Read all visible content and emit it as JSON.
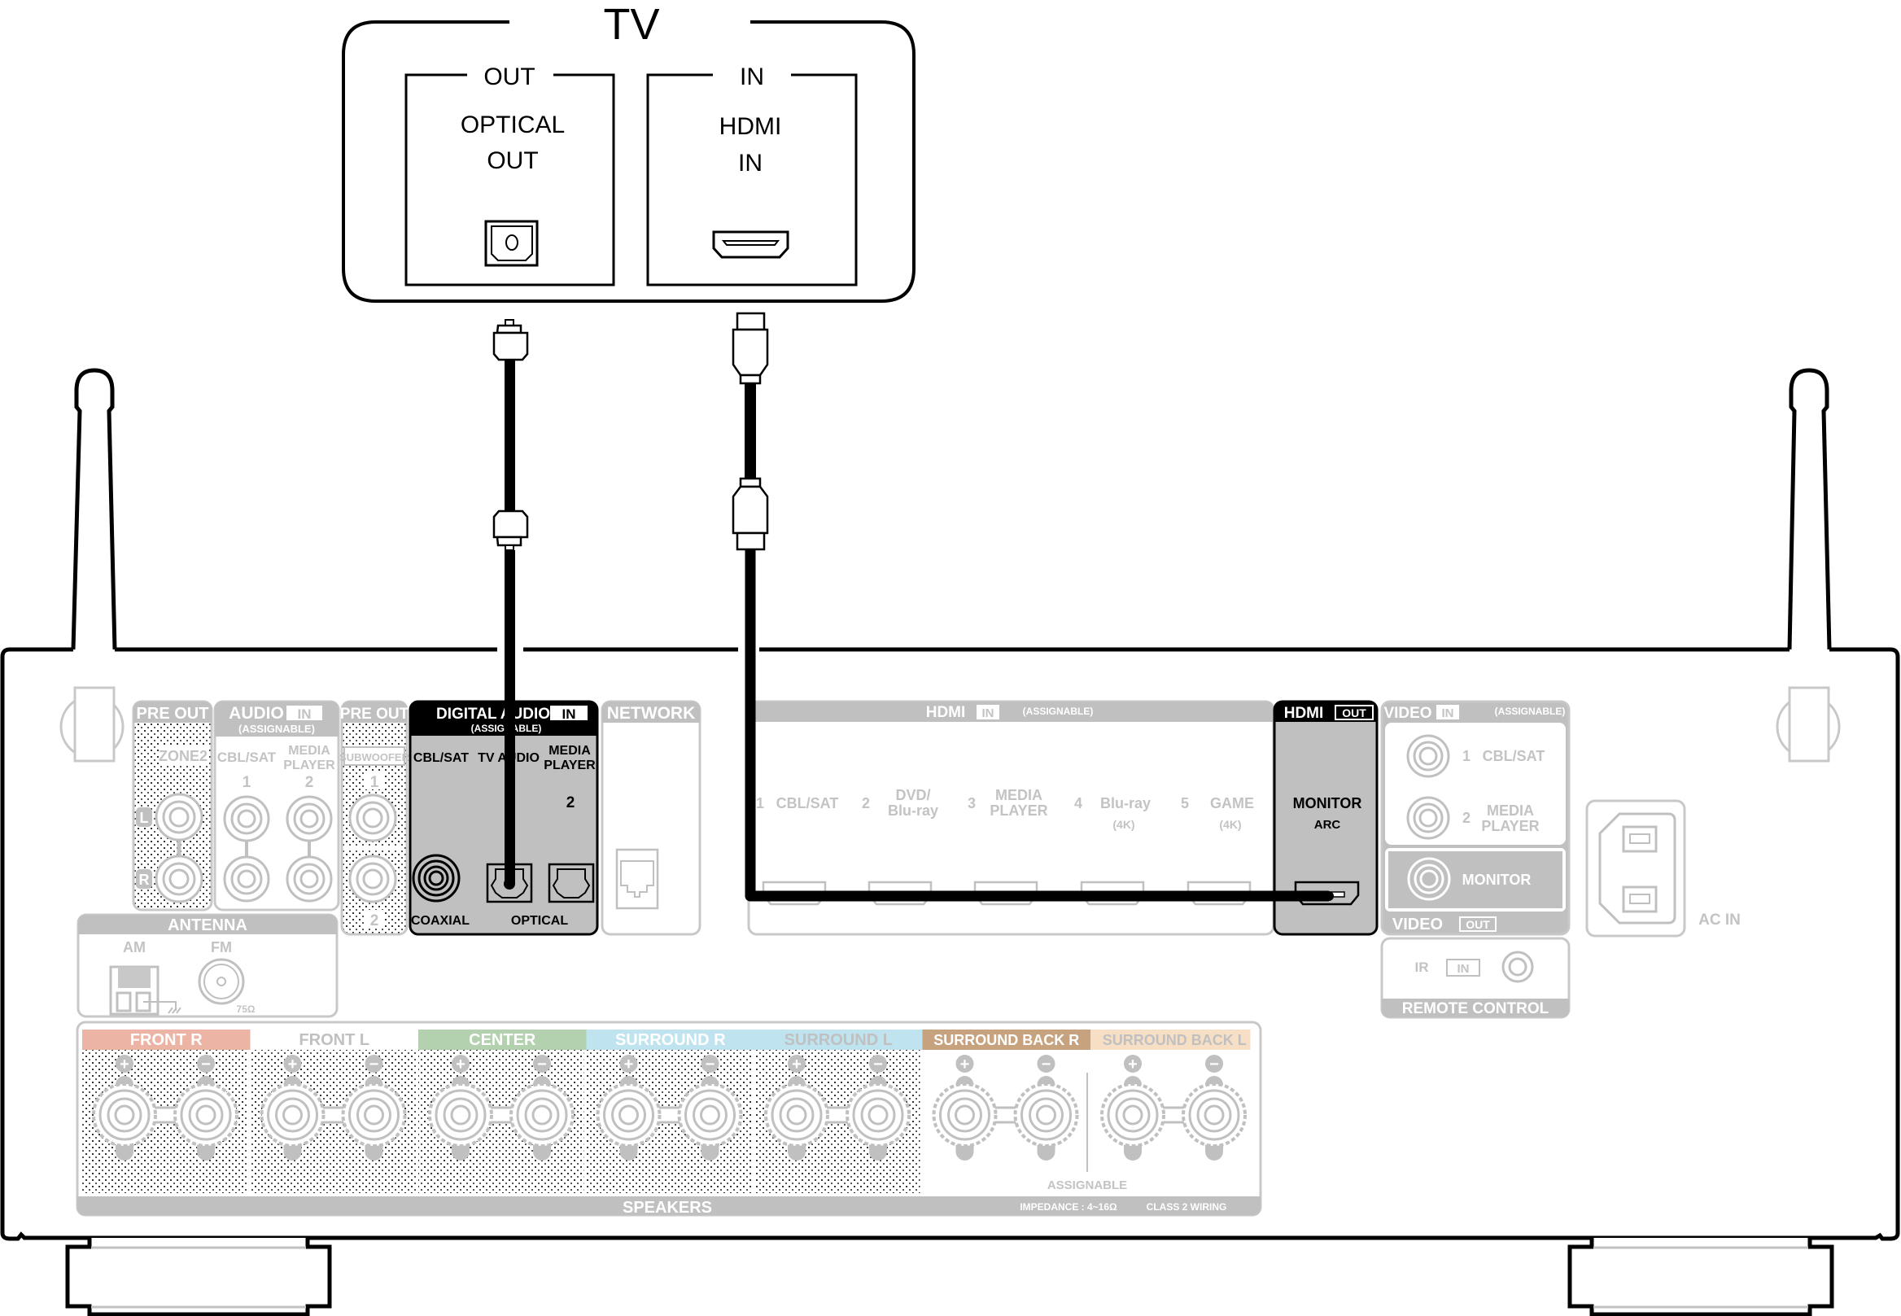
{
  "tv": {
    "title": "TV",
    "out_section": {
      "header": "OUT",
      "line1": "OPTICAL",
      "line2": "OUT",
      "port_icon": "optical-port-icon"
    },
    "in_section": {
      "header": "IN",
      "line1": "HDMI",
      "line2": "IN",
      "port_icon": "hdmi-port-icon"
    }
  },
  "cables": [
    {
      "type": "optical",
      "from": "TV OPTICAL OUT",
      "to": "DIGITAL AUDIO IN OPTICAL TV AUDIO"
    },
    {
      "type": "hdmi",
      "from": "TV HDMI IN",
      "to": "HDMI OUT MONITOR ARC"
    }
  ],
  "receiver": {
    "pre_out_zone2": {
      "header": "PRE OUT",
      "label": "ZONE2",
      "ch_l": "L",
      "ch_r": "R"
    },
    "audio_in": {
      "header": "AUDIO",
      "badge": "IN",
      "sub": "(ASSIGNABLE)",
      "inputs": [
        {
          "name": "CBL/SAT",
          "num": "1"
        },
        {
          "name_line1": "MEDIA",
          "name_line2": "PLAYER",
          "num": "2"
        }
      ]
    },
    "pre_out_sub": {
      "header": "PRE OUT",
      "label": "SUBWOOFER",
      "num1": "1",
      "num2": "2"
    },
    "digital_audio_in": {
      "header": "DIGITAL AUDIO",
      "badge": "IN",
      "sub": "(ASSIGNABLE)",
      "col1": "CBL/SAT",
      "col2": "TV AUDIO",
      "col3_line1": "MEDIA",
      "col3_line2": "PLAYER",
      "col3_num": "2",
      "coaxial": "COAXIAL",
      "optical": "OPTICAL"
    },
    "network": {
      "header": "NETWORK"
    },
    "hdmi_in": {
      "header": "HDMI",
      "badge": "IN",
      "sub": "(ASSIGNABLE)",
      "inputs": [
        {
          "num": "1",
          "line1": "CBL/SAT",
          "line2": "",
          "note": ""
        },
        {
          "num": "2",
          "line1": "DVD/",
          "line2": "Blu-ray",
          "note": ""
        },
        {
          "num": "3",
          "line1": "MEDIA",
          "line2": "PLAYER",
          "note": ""
        },
        {
          "num": "4",
          "line1": "Blu-ray",
          "line2": "",
          "note": "(4K)"
        },
        {
          "num": "5",
          "line1": "GAME",
          "line2": "",
          "note": "(4K)"
        }
      ]
    },
    "hdmi_out": {
      "header": "HDMI",
      "badge": "OUT",
      "label": "MONITOR",
      "sub": "ARC"
    },
    "video_in": {
      "header": "VIDEO",
      "badge": "IN",
      "sub": "(ASSIGNABLE)",
      "inputs": [
        {
          "num": "1",
          "line1": "CBL/SAT",
          "line2": ""
        },
        {
          "num": "2",
          "line1": "MEDIA",
          "line2": "PLAYER"
        }
      ]
    },
    "video_out": {
      "header": "VIDEO",
      "badge": "OUT",
      "label": "MONITOR"
    },
    "remote_control": {
      "header": "REMOTE CONTROL",
      "ir": "IR",
      "badge": "IN"
    },
    "ac_in": {
      "label": "AC IN"
    },
    "antenna": {
      "header": "ANTENNA",
      "am": "AM",
      "fm": "FM",
      "impedance": "75Ω"
    },
    "speakers": {
      "footer": "SPEAKERS",
      "impedance": "IMPEDANCE : 4~16Ω",
      "wiring": "CLASS 2 WIRING",
      "assignable": "ASSIGNABLE",
      "channels": [
        {
          "name": "FRONT",
          "side": "R",
          "color": "#ebb4a5"
        },
        {
          "name": "FRONT",
          "side": "L",
          "color": "#ffffff"
        },
        {
          "name": "CENTER",
          "side": "",
          "color": "#b3d1ae"
        },
        {
          "name": "SURROUND",
          "side": "R",
          "color": "#bfe4ef"
        },
        {
          "name": "SURROUND",
          "side": "L",
          "color": "#bfe4ef"
        },
        {
          "name": "SURROUND BACK",
          "side": "R",
          "color": "#c7a27e"
        },
        {
          "name": "SURROUND BACK",
          "side": "L",
          "color": "#f7dfc6"
        }
      ],
      "plus": "+",
      "minus": "−"
    }
  },
  "colors": {
    "line": "#000000",
    "muted": "#c0c0c0",
    "highlight_panel": "#c0c0c0"
  }
}
